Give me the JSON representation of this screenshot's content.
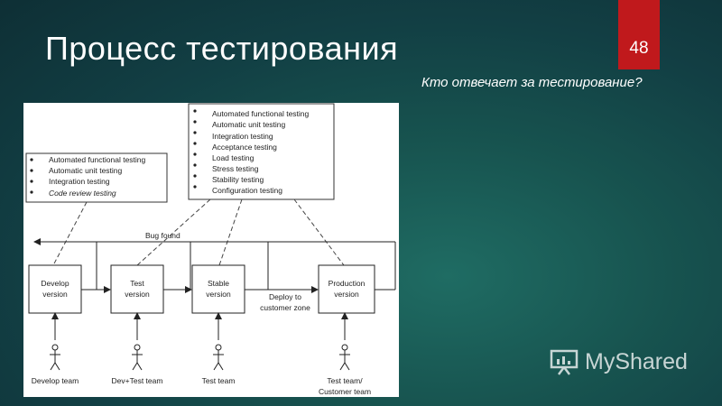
{
  "slide": {
    "title": "Процесс тестирования",
    "subtitle": "Кто отвечает за тестирование?",
    "page_number": "48"
  },
  "diagram": {
    "left_testing_list": [
      "Automated functional testing",
      "Automatic unit testing",
      "Integration testing",
      "Code review testing"
    ],
    "center_testing_list": [
      "Automated functional testing",
      "Automatic unit testing",
      "Integration testing",
      "Acceptance testing",
      "Load testing",
      "Stress testing",
      "Stability testing",
      "Configuration testing"
    ],
    "bug_found_label": "Bug found",
    "deploy_label": [
      "Deploy to",
      "customer zone"
    ],
    "versions": [
      {
        "lines": [
          "Develop",
          "version"
        ],
        "team": [
          "Develop team"
        ]
      },
      {
        "lines": [
          "Test",
          "version"
        ],
        "team": [
          "Dev+Test team"
        ]
      },
      {
        "lines": [
          "Stable",
          "version"
        ],
        "team": [
          "Test team"
        ]
      },
      {
        "lines": [
          "Production",
          "version"
        ],
        "team": [
          "Test team/",
          "Customer team"
        ]
      }
    ]
  },
  "watermark": {
    "text": "MyShared",
    "icon": "presentation-board-icon"
  },
  "colors": {
    "accent_badge": "#c0191c",
    "background": "#17534f"
  }
}
